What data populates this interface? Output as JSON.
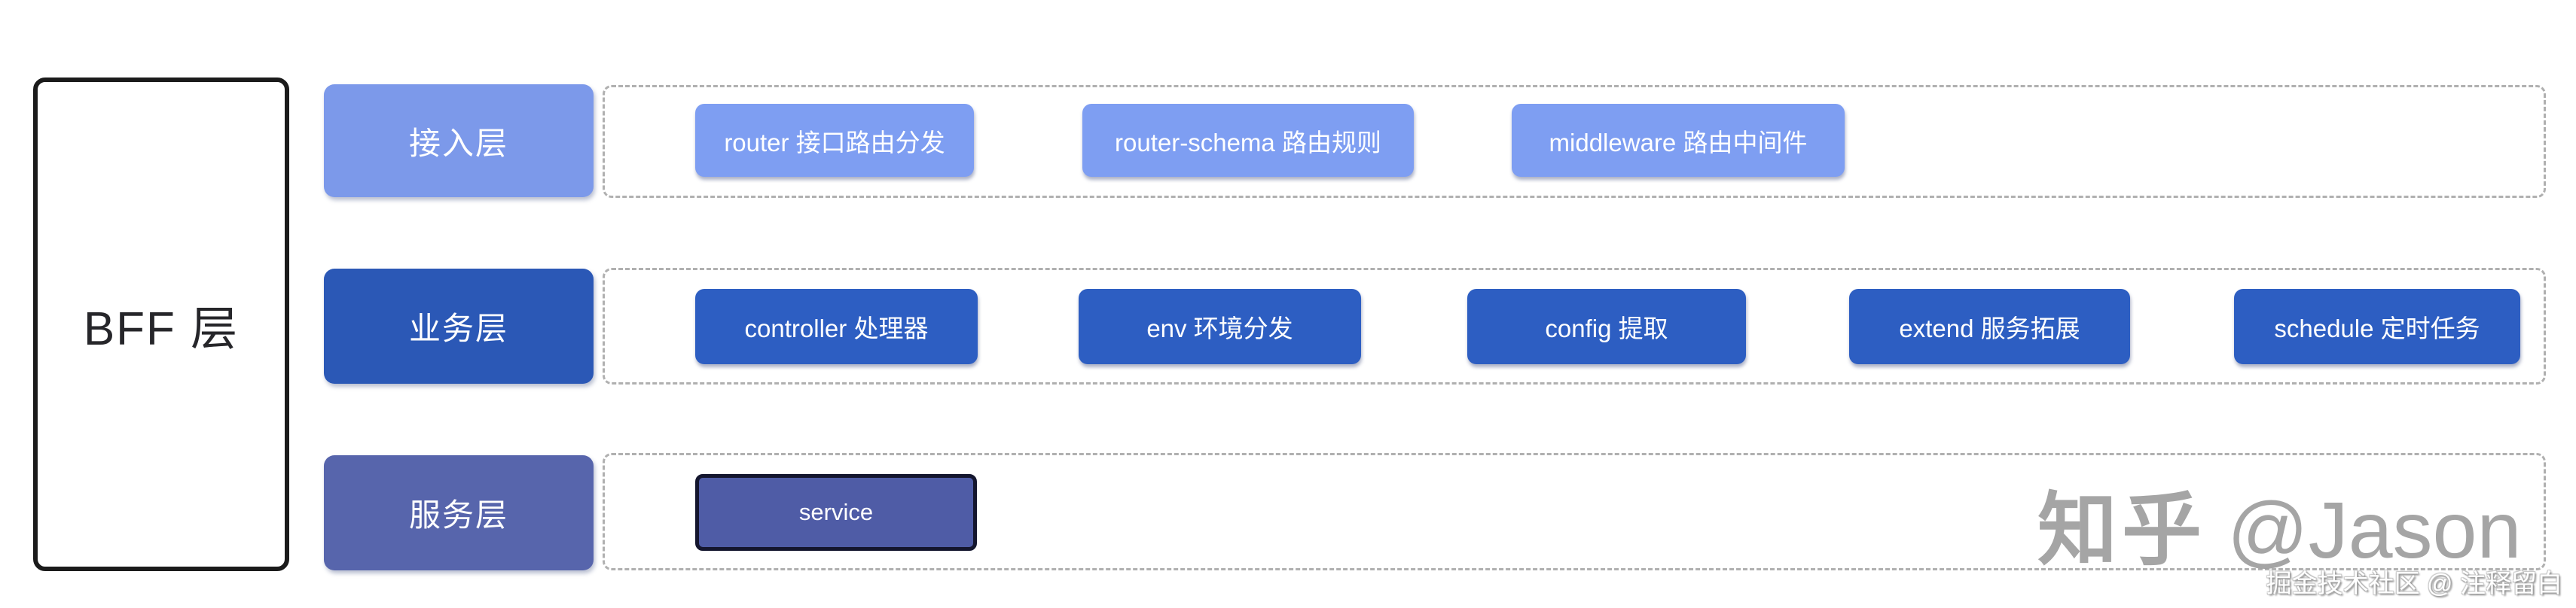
{
  "diagram": {
    "root": {
      "label": "BFF 层"
    },
    "rows": [
      {
        "label": "接入层",
        "label_bg": "#7C99EA",
        "item_bg": "#7E9EF2",
        "items": [
          "router 接口路由分发",
          "router-schema 路由规则",
          "middleware 路由中间件"
        ]
      },
      {
        "label": "业务层",
        "label_bg": "#2B58B6",
        "item_bg": "#2D5EC2",
        "items": [
          "controller 处理器",
          "env 环境分发",
          "config 提取",
          "extend 服务拓展",
          "schedule 定时任务"
        ]
      },
      {
        "label": "服务层",
        "label_bg": "#5765AC",
        "item_bg": "#4F5CA6",
        "items": [
          "service"
        ]
      }
    ]
  },
  "watermarks": {
    "zhihu_brand": "知乎",
    "zhihu_user": "@Jason",
    "juejin": "掘金技术社区 @ 注释留白"
  },
  "colors": {
    "outer_border": "#1B1B1B",
    "dashed_border": "#B0B0B0",
    "box_text": "#FFFFFF",
    "root_text": "#26262A",
    "service_border": "#14162E",
    "watermark_gray": "#9E9E9E"
  }
}
